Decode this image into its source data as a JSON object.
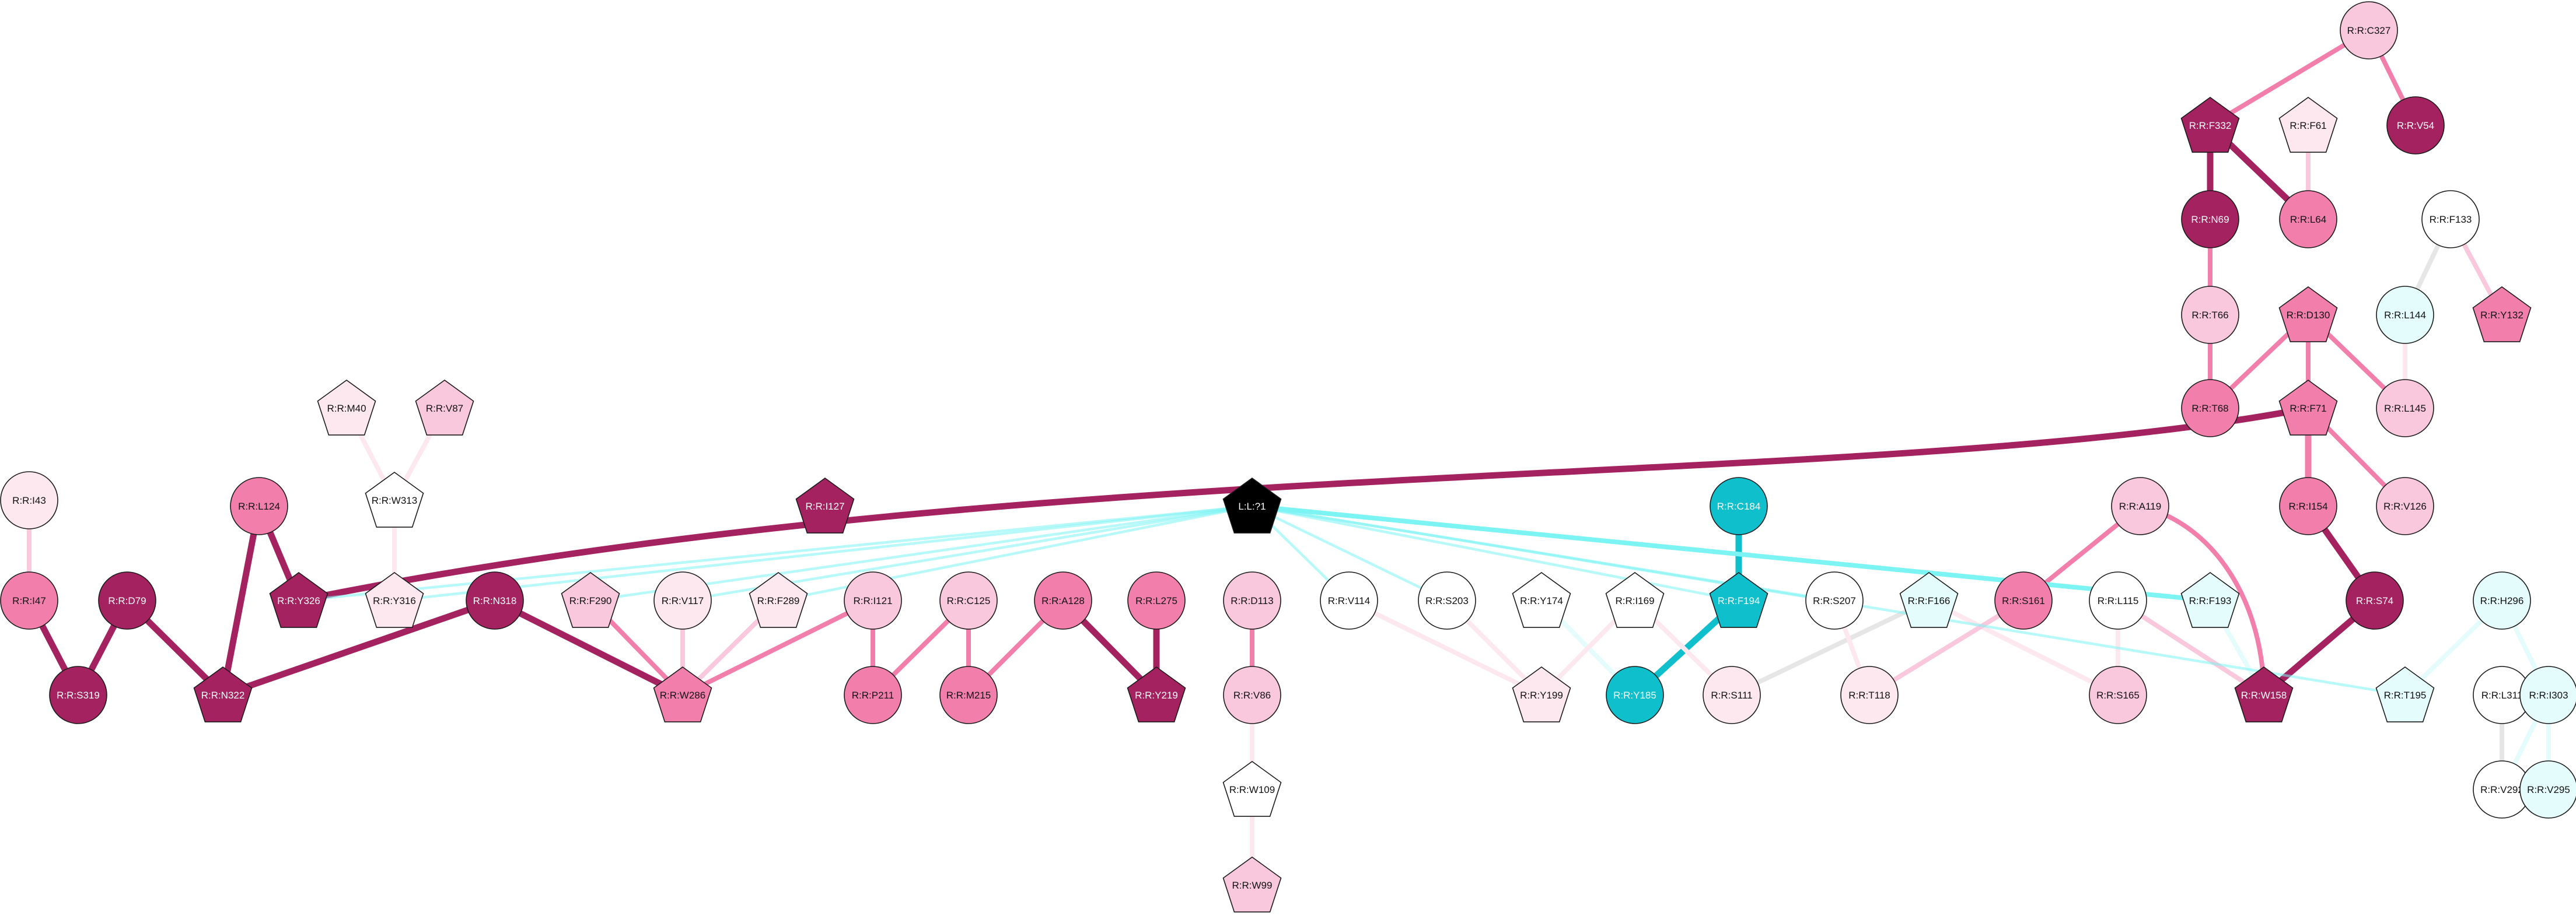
{
  "palette": {
    "maroon": "#a4225f",
    "pink": "#f27fab",
    "lightpink": "#f9c8dc",
    "palepink": "#fde8f0",
    "white": "#ffffff",
    "cyan": "#0fbfcc",
    "lightcyan": "#e4fcfc",
    "black": "#000000",
    "edge_gray": "#e6e6e6",
    "edge_cyan": "#7cf4f4"
  },
  "nodes": [
    {
      "id": "C327",
      "label": "R:R:C327",
      "shape": "circle",
      "fill": "lightpink"
    },
    {
      "id": "F332",
      "label": "R:R:F332",
      "shape": "pentagon",
      "fill": "maroon"
    },
    {
      "id": "V54",
      "label": "R:R:V54",
      "shape": "circle",
      "fill": "maroon"
    },
    {
      "id": "F61",
      "label": "R:R:F61",
      "shape": "pentagon",
      "fill": "palepink"
    },
    {
      "id": "N69",
      "label": "R:R:N69",
      "shape": "circle",
      "fill": "maroon"
    },
    {
      "id": "L64",
      "label": "R:R:L64",
      "shape": "circle",
      "fill": "pink"
    },
    {
      "id": "F133",
      "label": "R:R:F133",
      "shape": "circle",
      "fill": "white"
    },
    {
      "id": "T66",
      "label": "R:R:T66",
      "shape": "circle",
      "fill": "lightpink"
    },
    {
      "id": "D130",
      "label": "R:R:D130",
      "shape": "pentagon",
      "fill": "pink"
    },
    {
      "id": "L144",
      "label": "R:R:L144",
      "shape": "circle",
      "fill": "lightcyan"
    },
    {
      "id": "Y132",
      "label": "R:R:Y132",
      "shape": "pentagon",
      "fill": "pink"
    },
    {
      "id": "T68",
      "label": "R:R:T68",
      "shape": "circle",
      "fill": "pink"
    },
    {
      "id": "F71",
      "label": "R:R:F71",
      "shape": "pentagon",
      "fill": "pink"
    },
    {
      "id": "L145",
      "label": "R:R:L145",
      "shape": "circle",
      "fill": "lightpink"
    },
    {
      "id": "M40",
      "label": "R:R:M40",
      "shape": "pentagon",
      "fill": "palepink"
    },
    {
      "id": "V87",
      "label": "R:R:V87",
      "shape": "pentagon",
      "fill": "lightpink"
    },
    {
      "id": "W313",
      "label": "R:R:W313",
      "shape": "pentagon",
      "fill": "white"
    },
    {
      "id": "I43",
      "label": "R:R:I43",
      "shape": "circle",
      "fill": "palepink"
    },
    {
      "id": "L124",
      "label": "R:R:L124",
      "shape": "circle",
      "fill": "pink"
    },
    {
      "id": "I127",
      "label": "R:R:I127",
      "shape": "pentagon",
      "fill": "maroon"
    },
    {
      "id": "LIG",
      "label": "L:L:?1",
      "shape": "pentagon",
      "fill": "black"
    },
    {
      "id": "C184",
      "label": "R:R:C184",
      "shape": "circle",
      "fill": "cyan"
    },
    {
      "id": "A119",
      "label": "R:R:A119",
      "shape": "circle",
      "fill": "lightpink"
    },
    {
      "id": "I154",
      "label": "R:R:I154",
      "shape": "circle",
      "fill": "pink"
    },
    {
      "id": "V126",
      "label": "R:R:V126",
      "shape": "circle",
      "fill": "lightpink"
    },
    {
      "id": "Y326",
      "label": "R:R:Y326",
      "shape": "pentagon",
      "fill": "maroon"
    },
    {
      "id": "Y316",
      "label": "R:R:Y316",
      "shape": "pentagon",
      "fill": "palepink"
    },
    {
      "id": "I47",
      "label": "R:R:I47",
      "shape": "circle",
      "fill": "pink"
    },
    {
      "id": "D79",
      "label": "R:R:D79",
      "shape": "circle",
      "fill": "maroon"
    },
    {
      "id": "N318",
      "label": "R:R:N318",
      "shape": "circle",
      "fill": "maroon"
    },
    {
      "id": "F290",
      "label": "R:R:F290",
      "shape": "pentagon",
      "fill": "lightpink"
    },
    {
      "id": "V117",
      "label": "R:R:V117",
      "shape": "circle",
      "fill": "palepink"
    },
    {
      "id": "F289",
      "label": "R:R:F289",
      "shape": "pentagon",
      "fill": "palepink"
    },
    {
      "id": "I121",
      "label": "R:R:I121",
      "shape": "circle",
      "fill": "lightpink"
    },
    {
      "id": "C125",
      "label": "R:R:C125",
      "shape": "circle",
      "fill": "lightpink"
    },
    {
      "id": "A128",
      "label": "R:R:A128",
      "shape": "circle",
      "fill": "pink"
    },
    {
      "id": "L275",
      "label": "R:R:L275",
      "shape": "circle",
      "fill": "pink"
    },
    {
      "id": "D113",
      "label": "R:R:D113",
      "shape": "circle",
      "fill": "lightpink"
    },
    {
      "id": "V114",
      "label": "R:R:V114",
      "shape": "circle",
      "fill": "white"
    },
    {
      "id": "S203",
      "label": "R:R:S203",
      "shape": "circle",
      "fill": "white"
    },
    {
      "id": "Y174",
      "label": "R:R:Y174",
      "shape": "pentagon",
      "fill": "white"
    },
    {
      "id": "I169",
      "label": "R:R:I169",
      "shape": "pentagon",
      "fill": "white"
    },
    {
      "id": "F194",
      "label": "R:R:F194",
      "shape": "pentagon",
      "fill": "cyan"
    },
    {
      "id": "S207",
      "label": "R:R:S207",
      "shape": "circle",
      "fill": "white"
    },
    {
      "id": "F166",
      "label": "R:R:F166",
      "shape": "pentagon",
      "fill": "lightcyan"
    },
    {
      "id": "S161",
      "label": "R:R:S161",
      "shape": "circle",
      "fill": "pink"
    },
    {
      "id": "L115",
      "label": "R:R:L115",
      "shape": "circle",
      "fill": "white"
    },
    {
      "id": "F193",
      "label": "R:R:F193",
      "shape": "pentagon",
      "fill": "lightcyan"
    },
    {
      "id": "S74",
      "label": "R:R:S74",
      "shape": "circle",
      "fill": "maroon"
    },
    {
      "id": "H296",
      "label": "R:R:H296",
      "shape": "circle",
      "fill": "lightcyan"
    },
    {
      "id": "S319",
      "label": "R:R:S319",
      "shape": "circle",
      "fill": "maroon"
    },
    {
      "id": "N322",
      "label": "R:R:N322",
      "shape": "pentagon",
      "fill": "maroon"
    },
    {
      "id": "W286",
      "label": "R:R:W286",
      "shape": "pentagon",
      "fill": "pink"
    },
    {
      "id": "P211",
      "label": "R:R:P211",
      "shape": "circle",
      "fill": "pink"
    },
    {
      "id": "M215",
      "label": "R:R:M215",
      "shape": "circle",
      "fill": "pink"
    },
    {
      "id": "Y219",
      "label": "R:R:Y219",
      "shape": "pentagon",
      "fill": "maroon"
    },
    {
      "id": "V86",
      "label": "R:R:V86",
      "shape": "circle",
      "fill": "lightpink"
    },
    {
      "id": "Y199",
      "label": "R:R:Y199",
      "shape": "pentagon",
      "fill": "palepink"
    },
    {
      "id": "Y185",
      "label": "R:R:Y185",
      "shape": "circle",
      "fill": "cyan"
    },
    {
      "id": "S111",
      "label": "R:R:S111",
      "shape": "circle",
      "fill": "palepink"
    },
    {
      "id": "T118",
      "label": "R:R:T118",
      "shape": "circle",
      "fill": "palepink"
    },
    {
      "id": "S165",
      "label": "R:R:S165",
      "shape": "circle",
      "fill": "lightpink"
    },
    {
      "id": "W158",
      "label": "R:R:W158",
      "shape": "pentagon",
      "fill": "maroon"
    },
    {
      "id": "T195",
      "label": "R:R:T195",
      "shape": "pentagon",
      "fill": "lightcyan"
    },
    {
      "id": "L311",
      "label": "R:R:L311",
      "shape": "circle",
      "fill": "white"
    },
    {
      "id": "I303",
      "label": "R:R:I303",
      "shape": "circle",
      "fill": "lightcyan"
    },
    {
      "id": "W109",
      "label": "R:R:W109",
      "shape": "pentagon",
      "fill": "white"
    },
    {
      "id": "V292",
      "label": "R:R:V292",
      "shape": "circle",
      "fill": "white"
    },
    {
      "id": "V295",
      "label": "R:R:V295",
      "shape": "circle",
      "fill": "lightcyan"
    },
    {
      "id": "W99",
      "label": "R:R:W99",
      "shape": "pentagon",
      "fill": "lightpink"
    }
  ],
  "edges": [
    {
      "source": "C327",
      "target": "F332",
      "color": "pink",
      "weight": "medium"
    },
    {
      "source": "C327",
      "target": "V54",
      "color": "pink",
      "weight": "medium"
    },
    {
      "source": "F332",
      "target": "N69",
      "color": "maroon",
      "weight": "heavy"
    },
    {
      "source": "F332",
      "target": "L64",
      "color": "maroon",
      "weight": "heavy"
    },
    {
      "source": "F61",
      "target": "L64",
      "color": "lightpink",
      "weight": "medium"
    },
    {
      "source": "N69",
      "target": "T66",
      "color": "pink",
      "weight": "medium"
    },
    {
      "source": "F133",
      "target": "L144",
      "color": "edge_gray",
      "weight": "medium"
    },
    {
      "source": "F133",
      "target": "Y132",
      "color": "lightpink",
      "weight": "medium"
    },
    {
      "source": "T66",
      "target": "T68",
      "color": "pink",
      "weight": "medium"
    },
    {
      "source": "D130",
      "target": "T68",
      "color": "pink",
      "weight": "medium"
    },
    {
      "source": "D130",
      "target": "F71",
      "color": "pink",
      "weight": "medium"
    },
    {
      "source": "D130",
      "target": "L145",
      "color": "pink",
      "weight": "medium"
    },
    {
      "source": "L144",
      "target": "L145",
      "color": "palepink",
      "weight": "medium"
    },
    {
      "source": "F71",
      "target": "I154",
      "color": "pink",
      "weight": "heavy"
    },
    {
      "source": "F71",
      "target": "V126",
      "color": "pink",
      "weight": "medium"
    },
    {
      "source": "F71",
      "target": "Y326",
      "color": "maroon",
      "weight": "heavy",
      "curve": "f71"
    },
    {
      "source": "I154",
      "target": "S74",
      "color": "maroon",
      "weight": "heavy"
    },
    {
      "source": "S74",
      "target": "W158",
      "color": "maroon",
      "weight": "heavy"
    },
    {
      "source": "A119",
      "target": "S161",
      "color": "pink",
      "weight": "medium"
    },
    {
      "source": "A119",
      "target": "W158",
      "color": "pink",
      "weight": "medium",
      "curve": "a119"
    },
    {
      "source": "M40",
      "target": "W313",
      "color": "palepink",
      "weight": "medium"
    },
    {
      "source": "V87",
      "target": "W313",
      "color": "palepink",
      "weight": "medium"
    },
    {
      "source": "W313",
      "target": "Y316",
      "color": "palepink",
      "weight": "medium"
    },
    {
      "source": "I43",
      "target": "I47",
      "color": "lightpink",
      "weight": "medium"
    },
    {
      "source": "I47",
      "target": "S319",
      "color": "maroon",
      "weight": "heavy"
    },
    {
      "source": "D79",
      "target": "S319",
      "color": "maroon",
      "weight": "heavy"
    },
    {
      "source": "D79",
      "target": "N322",
      "color": "maroon",
      "weight": "heavy"
    },
    {
      "source": "L124",
      "target": "N322",
      "color": "maroon",
      "weight": "heavy"
    },
    {
      "source": "L124",
      "target": "Y326",
      "color": "maroon",
      "weight": "heavy"
    },
    {
      "source": "N318",
      "target": "N322",
      "color": "maroon",
      "weight": "heavy"
    },
    {
      "source": "N318",
      "target": "W286",
      "color": "maroon",
      "weight": "heavy"
    },
    {
      "source": "F290",
      "target": "W286",
      "color": "pink",
      "weight": "medium"
    },
    {
      "source": "V117",
      "target": "W286",
      "color": "lightpink",
      "weight": "medium"
    },
    {
      "source": "F289",
      "target": "W286",
      "color": "lightpink",
      "weight": "medium"
    },
    {
      "source": "I121",
      "target": "W286",
      "color": "pink",
      "weight": "medium"
    },
    {
      "source": "I121",
      "target": "P211",
      "color": "pink",
      "weight": "medium"
    },
    {
      "source": "C125",
      "target": "P211",
      "color": "pink",
      "weight": "medium"
    },
    {
      "source": "C125",
      "target": "M215",
      "color": "pink",
      "weight": "medium"
    },
    {
      "source": "A128",
      "target": "M215",
      "color": "pink",
      "weight": "medium"
    },
    {
      "source": "A128",
      "target": "Y219",
      "color": "maroon",
      "weight": "heavy"
    },
    {
      "source": "L275",
      "target": "Y219",
      "color": "maroon",
      "weight": "heavy"
    },
    {
      "source": "D113",
      "target": "V86",
      "color": "pink",
      "weight": "medium"
    },
    {
      "source": "V86",
      "target": "W109",
      "color": "palepink",
      "weight": "medium"
    },
    {
      "source": "W109",
      "target": "W99",
      "color": "palepink",
      "weight": "medium"
    },
    {
      "source": "C184",
      "target": "F194",
      "color": "cyan",
      "weight": "heavy"
    },
    {
      "source": "F194",
      "target": "Y185",
      "color": "cyan",
      "weight": "heavy"
    },
    {
      "source": "Y174",
      "target": "Y185",
      "color": "lightcyan",
      "weight": "medium"
    },
    {
      "source": "I169",
      "target": "Y199",
      "color": "palepink",
      "weight": "medium"
    },
    {
      "source": "I169",
      "target": "S111",
      "color": "palepink",
      "weight": "medium"
    },
    {
      "source": "S203",
      "target": "Y199",
      "color": "palepink",
      "weight": "medium"
    },
    {
      "source": "V114",
      "target": "Y199",
      "color": "palepink",
      "weight": "medium"
    },
    {
      "source": "F166",
      "target": "S111",
      "color": "edge_gray",
      "weight": "medium"
    },
    {
      "source": "F166",
      "target": "S165",
      "color": "palepink",
      "weight": "medium"
    },
    {
      "source": "S207",
      "target": "T118",
      "color": "palepink",
      "weight": "medium"
    },
    {
      "source": "S161",
      "target": "T118",
      "color": "lightpink",
      "weight": "medium"
    },
    {
      "source": "L115",
      "target": "S165",
      "color": "palepink",
      "weight": "medium"
    },
    {
      "source": "L115",
      "target": "W158",
      "color": "lightpink",
      "weight": "medium"
    },
    {
      "source": "H296",
      "target": "T195",
      "color": "lightcyan",
      "weight": "medium"
    },
    {
      "source": "H296",
      "target": "I303",
      "color": "lightcyan",
      "weight": "medium"
    },
    {
      "source": "I303",
      "target": "V295",
      "color": "lightcyan",
      "weight": "medium"
    },
    {
      "source": "I303",
      "target": "V292",
      "color": "lightcyan",
      "weight": "medium"
    },
    {
      "source": "L311",
      "target": "V292",
      "color": "edge_gray",
      "weight": "medium"
    },
    {
      "source": "F193",
      "target": "W158",
      "color": "lightcyan",
      "weight": "medium"
    },
    {
      "source": "LIG",
      "target": "Y316",
      "color": "edge_cyan",
      "weight": "light"
    },
    {
      "source": "LIG",
      "target": "Y326",
      "color": "edge_cyan",
      "weight": "light"
    },
    {
      "source": "LIG",
      "target": "F290",
      "color": "edge_cyan",
      "weight": "light"
    },
    {
      "source": "LIG",
      "target": "V117",
      "color": "edge_cyan",
      "weight": "light"
    },
    {
      "source": "LIG",
      "target": "F289",
      "color": "edge_cyan",
      "weight": "light"
    },
    {
      "source": "LIG",
      "target": "V114",
      "color": "edge_cyan",
      "weight": "light"
    },
    {
      "source": "LIG",
      "target": "S203",
      "color": "edge_cyan",
      "weight": "light"
    },
    {
      "source": "LIG",
      "target": "S207",
      "color": "edge_cyan",
      "weight": "light"
    },
    {
      "source": "LIG",
      "target": "F193",
      "color": "edge_cyan",
      "weight": "medium"
    },
    {
      "source": "LIG",
      "target": "F194",
      "color": "edge_cyan",
      "weight": "light"
    },
    {
      "source": "LIG",
      "target": "T195",
      "color": "edge_cyan",
      "weight": "light"
    }
  ]
}
